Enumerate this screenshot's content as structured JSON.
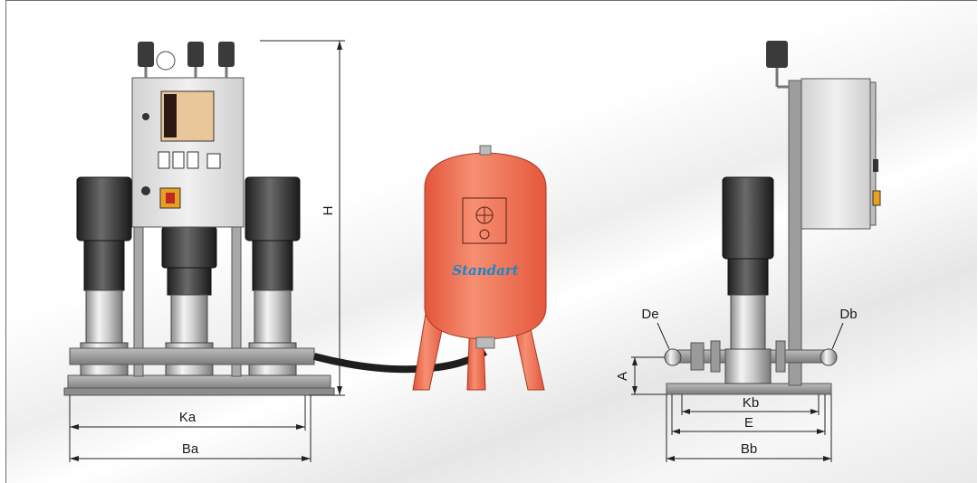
{
  "labels": {
    "ka": "Ka",
    "ba": "Ba",
    "h": "H",
    "de": "De",
    "db": "Db",
    "a": "A",
    "kb": "Kb",
    "e": "E",
    "bb": "Bb"
  },
  "tank": {
    "brand": "Standart"
  },
  "colors": {
    "tank": "#f0775a",
    "frame": "#9a9a9a",
    "motor": "#2b2b2b",
    "panel": "#e4e4e4",
    "switch": "#e8a020"
  }
}
